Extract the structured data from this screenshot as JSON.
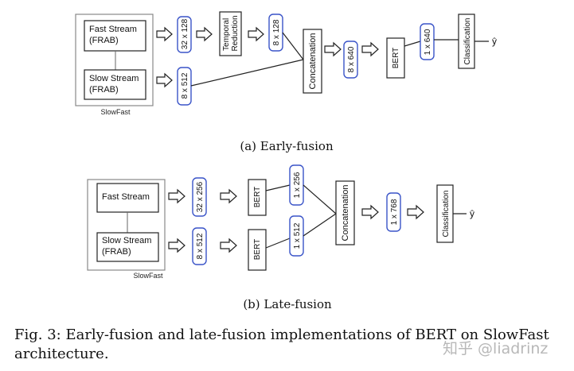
{
  "early": {
    "caption": "(a) Early-fusion",
    "fast_stream": [
      "Fast Stream",
      "(FRAB)"
    ],
    "slow_stream": [
      "Slow Stream",
      "(FRAB)"
    ],
    "slowfast_label": "SlowFast",
    "fast_dim": "32 x 128",
    "temporal_reduction": [
      "Temporal",
      "Reduction"
    ],
    "reduced_dim": "8 x 128",
    "slow_dim": "8 x 512",
    "concatenation": "Concatenation",
    "concat_dim": "8 x 640",
    "bert": "BERT",
    "bert_dim": "1 x 640",
    "classification": "Classification",
    "output": "ŷ"
  },
  "late": {
    "caption": "(b) Late-fusion",
    "fast_stream": [
      "Fast Stream"
    ],
    "slow_stream": [
      "Slow Stream",
      "(FRAB)"
    ],
    "slowfast_label": "SlowFast",
    "fast_dim": "32 x 256",
    "slow_dim": "8 x 512",
    "bert_top": "BERT",
    "bert_bottom": "BERT",
    "fast_bert_dim": "1 x 256",
    "slow_bert_dim": "1 x 512",
    "concatenation": "Concatenation",
    "concat_dim": "1 x 768",
    "classification": "Classification",
    "output": "ŷ"
  },
  "figure_caption": "Fig. 3: Early-fusion and late-fusion implementations of BERT on SlowFast architecture.",
  "watermark": "知乎 @liadrinz",
  "colors": {
    "dim_box_border": "#3a54c8",
    "line": "#222222"
  }
}
